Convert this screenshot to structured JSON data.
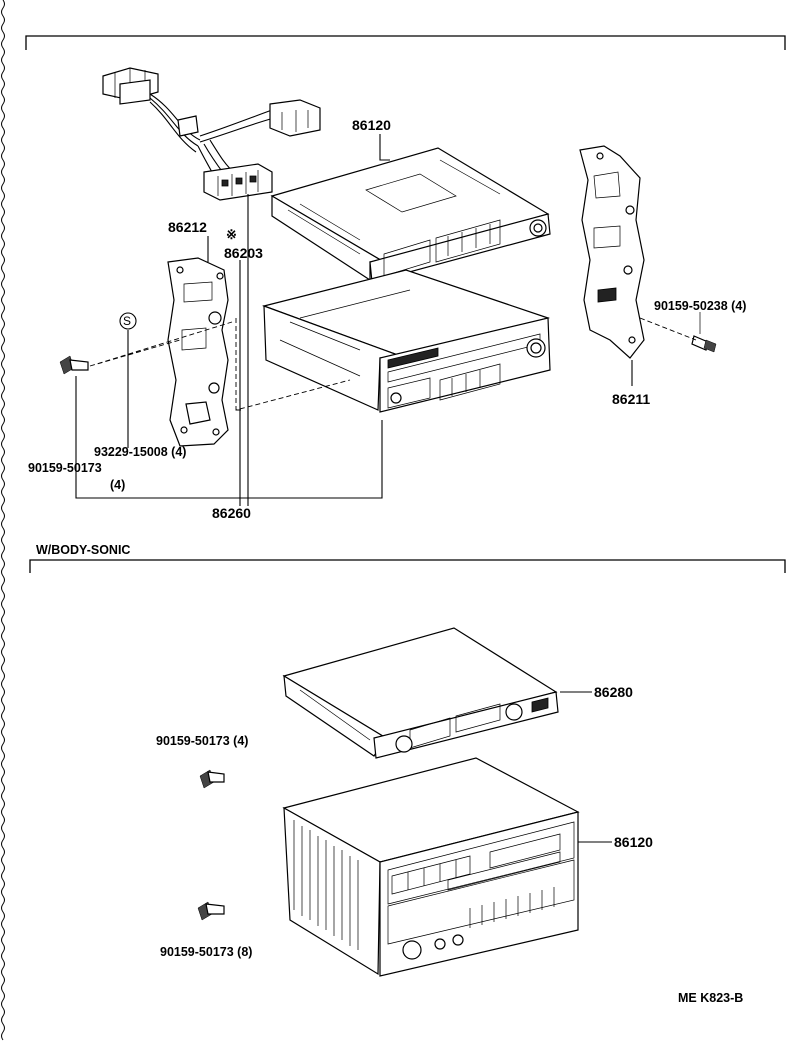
{
  "labels": {
    "main_unit_top": "86120",
    "bracket_left": "86212",
    "harness_mark": "※",
    "harness": "86203",
    "screw_right": "90159-50238",
    "screw_right_qty": "(4)",
    "bracket_right": "86211",
    "s_mark": "S",
    "screw_s": "93229-15008",
    "screw_s_qty": "(4)",
    "screw_left": "90159-50173",
    "screw_left_qty": "(4)",
    "assembly": "86260",
    "section_title": "W/BODY-SONIC",
    "tuner": "86280",
    "screw_a": "90159-50173",
    "screw_a_qty": "(4)",
    "main_unit_bottom": "86120",
    "screw_b": "90159-50173",
    "screw_b_qty": "(8)",
    "code": "ME K823-B"
  }
}
